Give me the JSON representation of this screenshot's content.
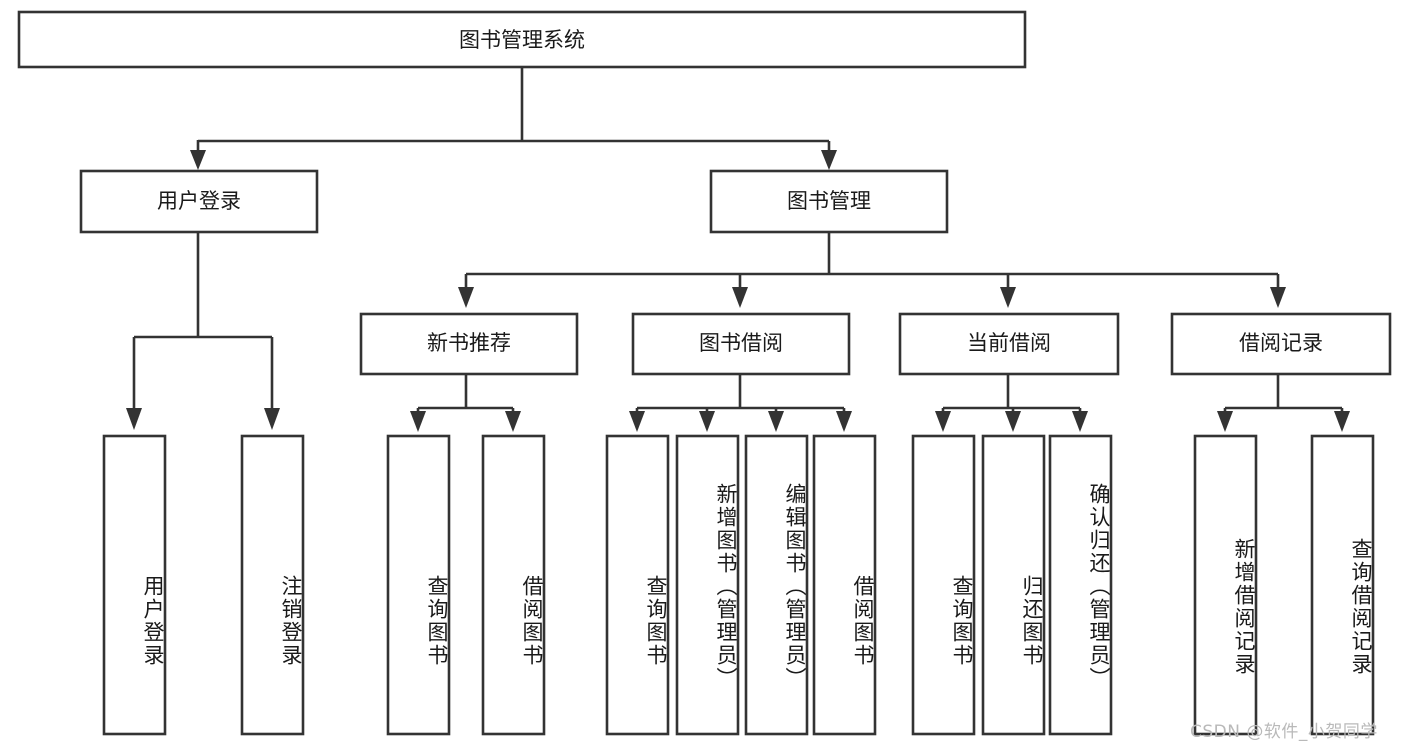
{
  "diagram": {
    "type": "tree-hierarchy-chart",
    "title": "图书管理系统",
    "orientation": "top-down",
    "colors": {
      "box_stroke": "#333333",
      "box_fill": "#ffffff",
      "connector": "#333333",
      "text": "#1a1a1a",
      "watermark": "#b9b9b9",
      "background": "#ffffff"
    },
    "levels": [
      {
        "level": 1,
        "nodes": [
          {
            "id": "root",
            "label": "图书管理系统",
            "text_direction": "horizontal"
          }
        ]
      },
      {
        "level": 2,
        "nodes": [
          {
            "id": "user-login",
            "label": "用户登录",
            "parent": "root",
            "text_direction": "horizontal"
          },
          {
            "id": "book-manage",
            "label": "图书管理",
            "parent": "root",
            "text_direction": "horizontal"
          }
        ]
      },
      {
        "level": 3,
        "nodes": [
          {
            "id": "new-book-rec",
            "label": "新书推荐",
            "parent": "book-manage",
            "text_direction": "horizontal"
          },
          {
            "id": "book-borrow",
            "label": "图书借阅",
            "parent": "book-manage",
            "text_direction": "horizontal"
          },
          {
            "id": "current-borrow",
            "label": "当前借阅",
            "parent": "book-manage",
            "text_direction": "horizontal"
          },
          {
            "id": "borrow-record",
            "label": "借阅记录",
            "parent": "book-manage",
            "text_direction": "horizontal"
          }
        ]
      },
      {
        "level": 4,
        "nodes": [
          {
            "id": "leaf-1",
            "label": "用户登录",
            "parent": "user-login",
            "text_direction": "vertical"
          },
          {
            "id": "leaf-2",
            "label": "注销登录",
            "parent": "user-login",
            "text_direction": "vertical"
          },
          {
            "id": "leaf-3",
            "label": "查询图书",
            "parent": "new-book-rec",
            "text_direction": "vertical"
          },
          {
            "id": "leaf-4",
            "label": "借阅图书",
            "parent": "new-book-rec",
            "text_direction": "vertical"
          },
          {
            "id": "leaf-5",
            "label": "查询图书",
            "parent": "book-borrow",
            "text_direction": "vertical"
          },
          {
            "id": "leaf-6",
            "label": "新增图书（管理员）",
            "parent": "book-borrow",
            "text_direction": "vertical"
          },
          {
            "id": "leaf-7",
            "label": "编辑图书（管理员）",
            "parent": "book-borrow",
            "text_direction": "vertical"
          },
          {
            "id": "leaf-8",
            "label": "借阅图书",
            "parent": "book-borrow",
            "text_direction": "vertical"
          },
          {
            "id": "leaf-9",
            "label": "查询图书",
            "parent": "current-borrow",
            "text_direction": "vertical"
          },
          {
            "id": "leaf-10",
            "label": "归还图书",
            "parent": "current-borrow",
            "text_direction": "vertical"
          },
          {
            "id": "leaf-11",
            "label": "确认归还（管理员）",
            "parent": "current-borrow",
            "text_direction": "vertical"
          },
          {
            "id": "leaf-12",
            "label": "新增借阅记录",
            "parent": "borrow-record",
            "text_direction": "vertical"
          },
          {
            "id": "leaf-13",
            "label": "查询借阅记录",
            "parent": "borrow-record",
            "text_direction": "vertical"
          }
        ]
      }
    ],
    "watermark": "CSDN @软件_小贺同学"
  }
}
